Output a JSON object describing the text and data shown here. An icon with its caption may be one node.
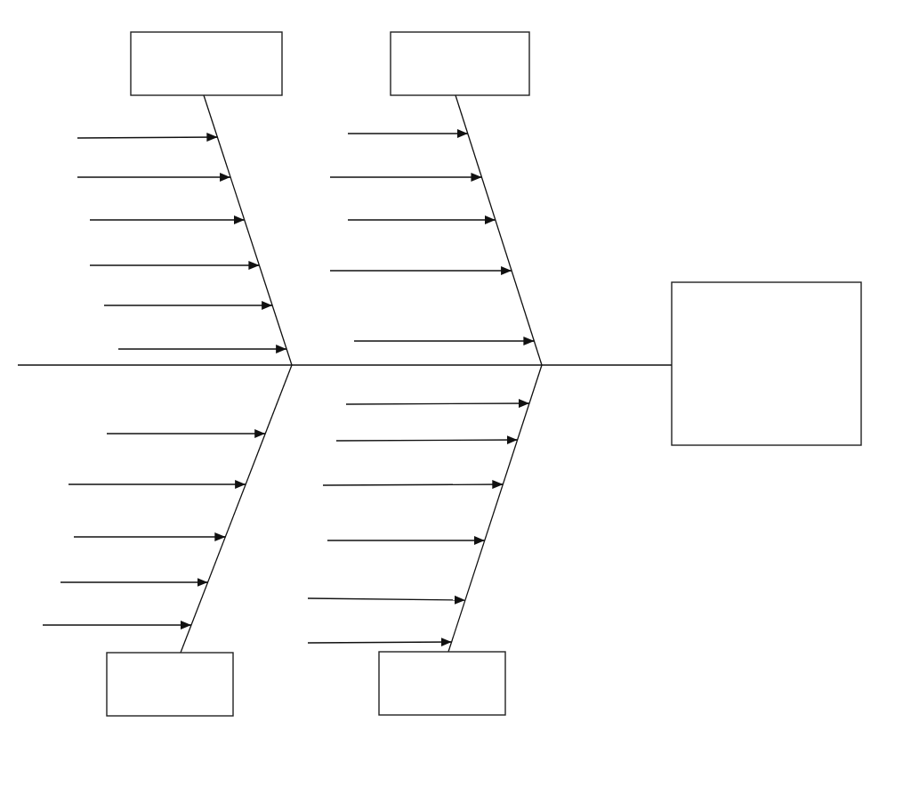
{
  "diagram": {
    "nodes": [
      {
        "text": [],
        "shape": "box"
      },
      {
        "text": [],
        "shape": "box"
      },
      {
        "text": [],
        "shape": "line"
      },
      {
        "text": [],
        "shape": "line"
      },
      {
        "text": [],
        "shape": "box"
      },
      {
        "text": [],
        "shape": "line"
      },
      {
        "text": [],
        "shape": "line"
      },
      {
        "text": [],
        "shape": "box"
      },
      {
        "text": [],
        "shape": "box"
      }
    ],
    "edges": [
      {
        "from": null,
        "to": 2,
        "arrow": "to"
      },
      {
        "from": null,
        "to": 2,
        "arrow": "to"
      },
      {
        "from": null,
        "to": 2,
        "arrow": "to"
      },
      {
        "from": null,
        "to": 2,
        "arrow": "to"
      },
      {
        "from": null,
        "to": 2,
        "arrow": "to"
      },
      {
        "from": null,
        "to": 2,
        "arrow": "to"
      },
      {
        "from": null,
        "to": 3,
        "arrow": "to"
      },
      {
        "from": null,
        "to": 3,
        "arrow": "to"
      },
      {
        "from": null,
        "to": 3,
        "arrow": "to"
      },
      {
        "from": null,
        "to": 3,
        "arrow": "to"
      },
      {
        "from": null,
        "to": 3,
        "arrow": "to"
      },
      {
        "from": null,
        "to": 4,
        "arrow": "none"
      },
      {
        "from": null,
        "to": 5,
        "arrow": "to"
      },
      {
        "from": null,
        "to": 5,
        "arrow": "to"
      },
      {
        "from": null,
        "to": 5,
        "arrow": "to"
      },
      {
        "from": null,
        "to": 5,
        "arrow": "to"
      },
      {
        "from": null,
        "to": 5,
        "arrow": "to"
      },
      {
        "from": null,
        "to": 6,
        "arrow": "to"
      },
      {
        "from": null,
        "to": 6,
        "arrow": "to"
      },
      {
        "from": null,
        "to": 6,
        "arrow": "to"
      },
      {
        "from": null,
        "to": 6,
        "arrow": "to"
      },
      {
        "from": null,
        "to": 6,
        "arrow": "to"
      },
      {
        "from": null,
        "to": 6,
        "arrow": "to"
      }
    ]
  }
}
